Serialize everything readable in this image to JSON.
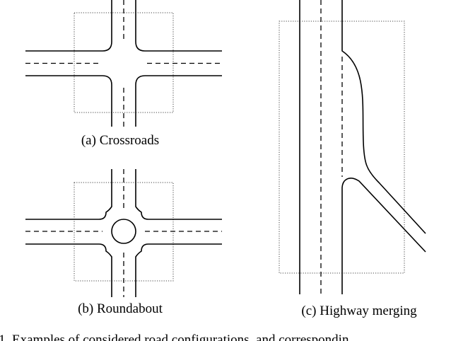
{
  "captions": {
    "crossroads": "(a) Crossroads",
    "roundabout": "(b) Roundabout",
    "highway": "(c) Highway merging"
  },
  "figure_caption": "1.   Examples   of   considered   road   configurations,   and   correspondin"
}
